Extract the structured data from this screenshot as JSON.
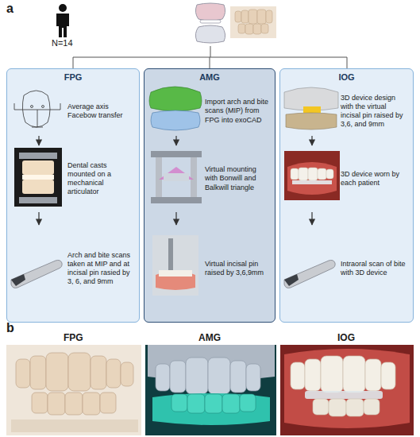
{
  "diagram": {
    "nodes": [
      {
        "text": [
          "FPG"
        ]
      },
      {
        "text": [
          "AMG"
        ]
      },
      {
        "text": [
          "IOG"
        ]
      },
      {
        "text": [
          "Average axis Facebow transfer"
        ],
        "in": 0
      },
      {
        "text": [
          "Dental casts mounted on a mechanical articulator"
        ],
        "in": 0
      },
      {
        "text": [
          "Arch and bite scans taken at MIP and at incisal pin rasied by 3, 6, and 9mm"
        ],
        "in": 0
      },
      {
        "text": [
          "Import arch and bite scans (MIP) from FPG into exoCAD"
        ],
        "in": 1
      },
      {
        "text": [
          "Virtual mounting with Bonwill and Balkwill triangle"
        ],
        "in": 1
      },
      {
        "text": [
          "Virtual incisal pin raised by 3,6,9mm"
        ],
        "in": 1
      },
      {
        "text": [
          "3D device design with the virtual incisal pin raised by 3,6, and 9mm"
        ],
        "in": 2
      },
      {
        "text": [
          "3D device worn by each patient"
        ],
        "in": 2
      },
      {
        "text": [
          "Intraoral scan of bite with 3D device"
        ],
        "in": 2
      }
    ],
    "edges": [
      {
        "from": 3,
        "to": 4,
        "arrow": "to"
      },
      {
        "from": 4,
        "to": 5,
        "arrow": "to"
      },
      {
        "from": 6,
        "to": 7,
        "arrow": "to"
      },
      {
        "from": 7,
        "to": 8,
        "arrow": "to"
      },
      {
        "from": 9,
        "to": 10,
        "arrow": "to"
      },
      {
        "from": 10,
        "to": 11,
        "arrow": "to"
      }
    ],
    "labels": [
      "a",
      "N=14",
      "b",
      "FPG",
      "AMG",
      "IOG"
    ]
  }
}
